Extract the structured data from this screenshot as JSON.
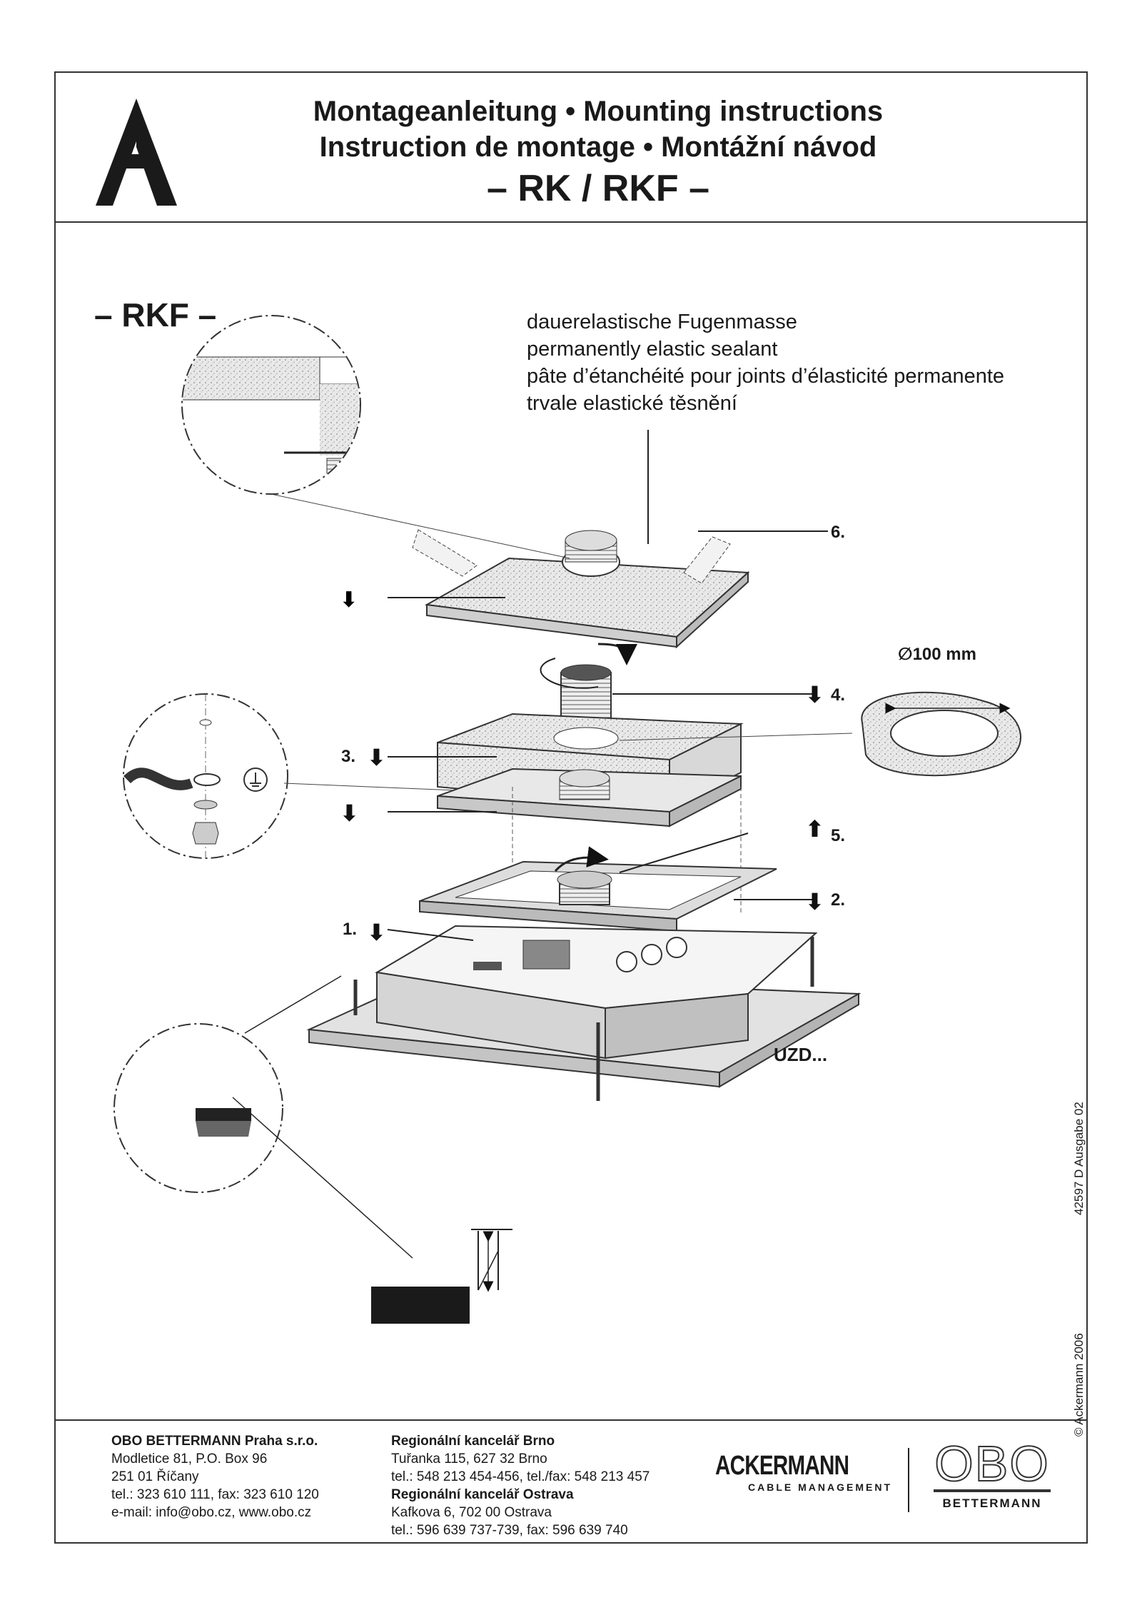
{
  "header": {
    "title_line1": "Montageanleitung • Mounting instructions",
    "title_line2": "Instruction de montage • Montážní návod",
    "product": "– RK / RKF –"
  },
  "section": {
    "label": "– RKF –"
  },
  "sealant_callout": {
    "de": "dauerelastische Fugenmasse",
    "en": "permanently elastic sealant",
    "fr": "pâte d’étanchéité pour joints d’élasticité permanente",
    "cz": "trvale elastické těsnění"
  },
  "steps": {
    "s1": "1.",
    "s2": "2.",
    "s3": "3.",
    "s4": "4.",
    "s5": "5.",
    "s6": "6."
  },
  "diameter_label": "100 mm",
  "diameter_symbol": "∅",
  "uzd_label": "UZD...",
  "side_text": {
    "doc_code": "42597 D  Ausgabe 02",
    "copyright": "© Ackermann 2006"
  },
  "footer": {
    "col1": {
      "company": "OBO BETTERMANN Praha s.r.o.",
      "addr1": "Modletice 81, P.O. Box 96",
      "addr2": "251 01 Říčany",
      "phone": "tel.: 323 610 111, fax: 323 610 120",
      "email": "e-mail: info@obo.cz, www.obo.cz"
    },
    "col2": {
      "office1": "Regionální kancelář Brno",
      "addr1": "Tuřanka 115, 627 32 Brno",
      "phone1": "tel.: 548 213 454-456, tel./fax: 548 213 457",
      "office2": "Regionální kancelář Ostrava",
      "addr2": "Kafkova 6, 702 00 Ostrava",
      "phone2": "tel.: 596 639 737-739, fax: 596 639 740"
    },
    "logos": {
      "ackermann": "ACKERMANN",
      "ackermann_sub": "CABLE MANAGEMENT",
      "obo": "OBO",
      "obo_sub": "BETTERMANN"
    }
  }
}
